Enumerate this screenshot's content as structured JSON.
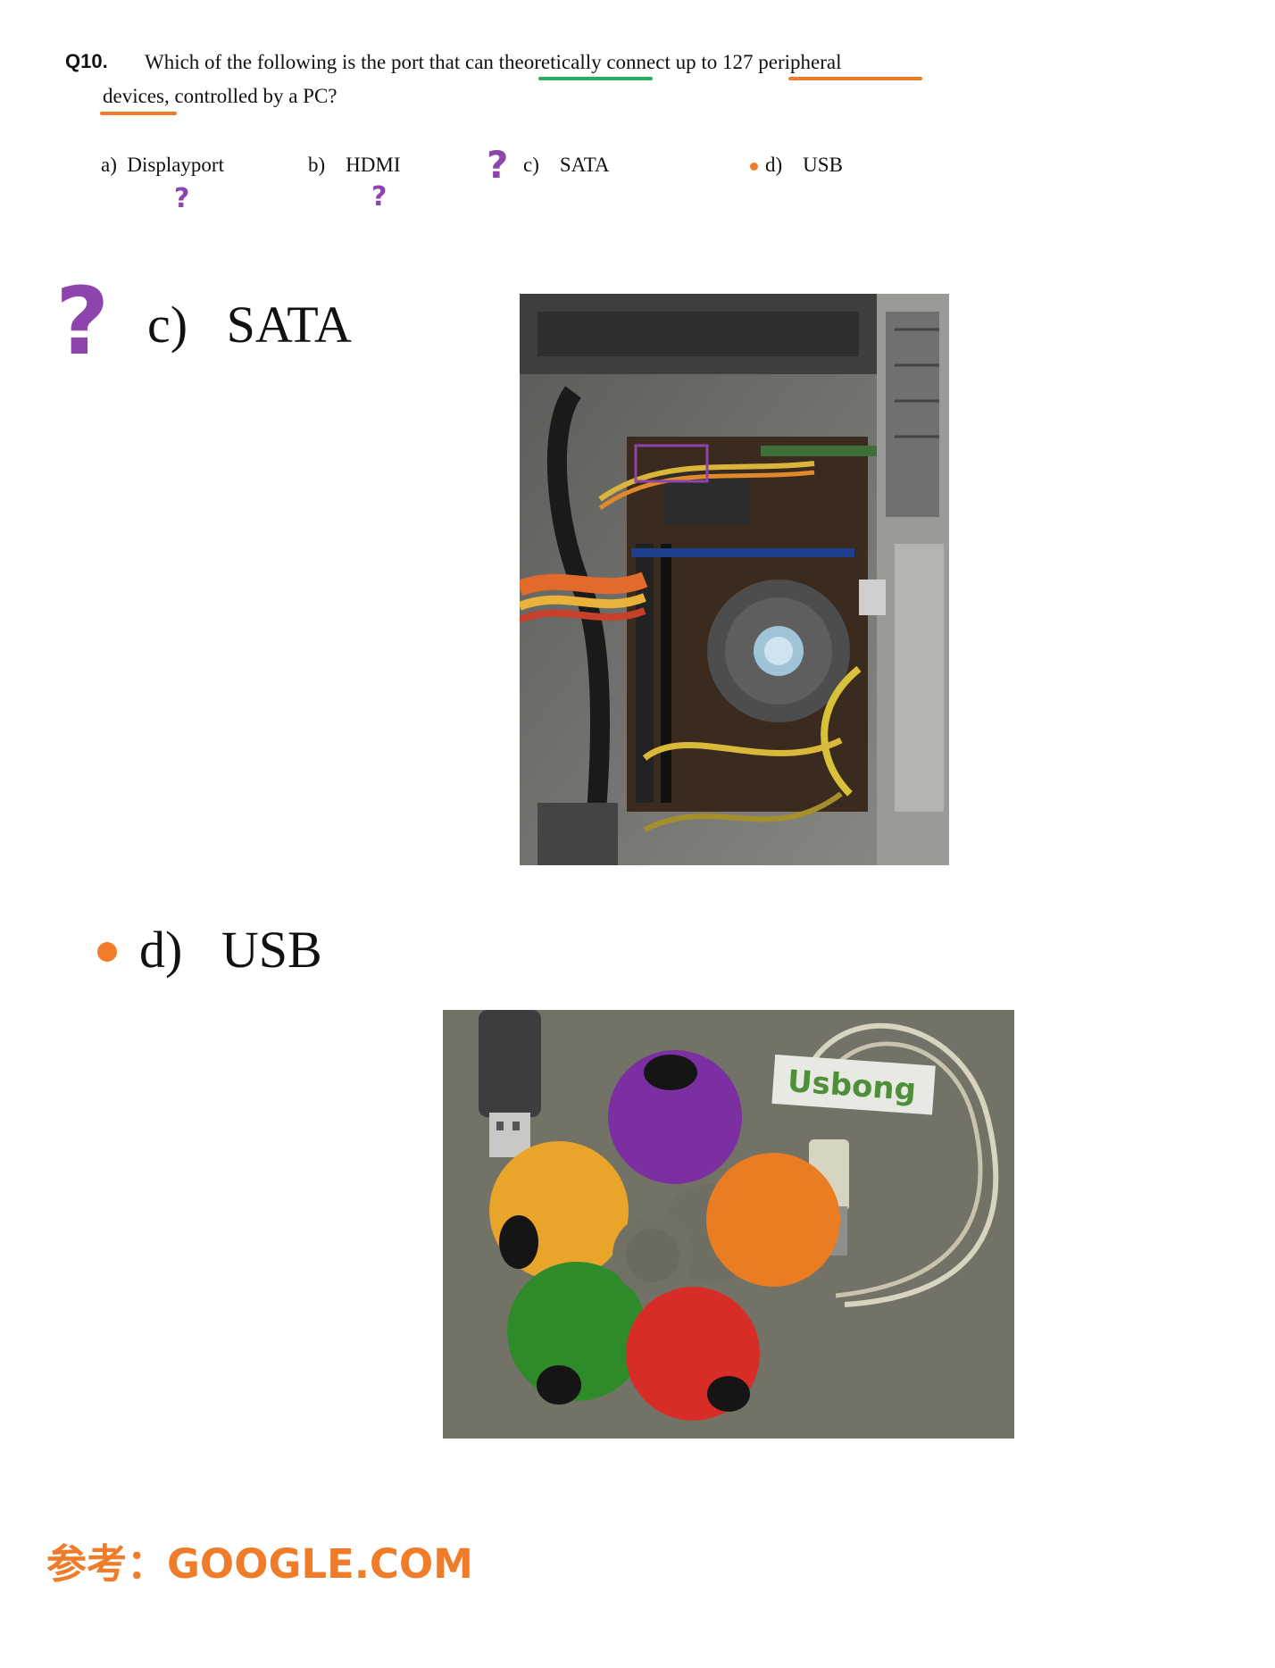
{
  "question": {
    "number": "Q10.",
    "line1": "Which of the following is the port that can theoretically connect up to 127 peripheral",
    "line2": "devices, controlled by a PC?"
  },
  "options": [
    {
      "letter": "a)",
      "text": "Displayport"
    },
    {
      "letter": "b)",
      "text": "HDMI"
    },
    {
      "letter": "c)",
      "text": "SATA"
    },
    {
      "letter": "d)",
      "text": "USB"
    }
  ],
  "marks": {
    "question_mark": "?"
  },
  "big_options": {
    "c": {
      "letter": "c)",
      "text": "SATA"
    },
    "d": {
      "letter": "d)",
      "text": "USB"
    }
  },
  "usb_photo": {
    "label": "Usbong"
  },
  "footer": "参考：GOOGLE.COM",
  "colors": {
    "underline_green": "#27ae60",
    "underline_orange": "#f07c2a",
    "question_mark": "#8e44ad",
    "bullet": "#f07c2a",
    "footer": "#f07c2a"
  }
}
